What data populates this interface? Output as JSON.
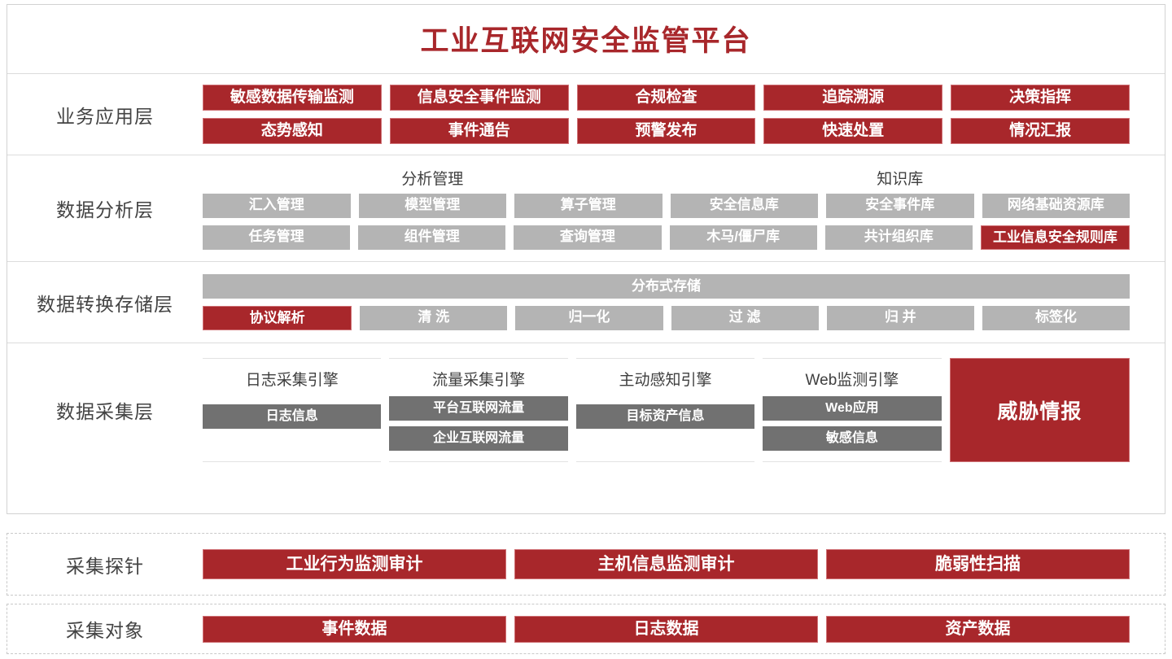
{
  "title": "工业互联网安全监管平台",
  "layers": [
    {
      "label": "业务应用层",
      "rows": [
        [
          "敏感数据传输监测",
          "信息安全事件监测",
          "合规检查",
          "追踪溯源",
          "决策指挥"
        ],
        [
          "态势感知",
          "事件通告",
          "预警发布",
          "快速处置",
          "情况汇报"
        ]
      ]
    },
    {
      "label": "数据分析层",
      "groups": [
        {
          "title": "分析管理"
        },
        {
          "title": "知识库"
        }
      ],
      "rows": [
        [
          "汇入管理",
          "模型管理",
          "算子管理",
          "安全信息库",
          "安全事件库",
          "网络基础资源库"
        ],
        [
          "任务管理",
          "组件管理",
          "查询管理",
          "木马/僵尸库",
          "共计组织库",
          "工业信息安全规则库"
        ]
      ],
      "highlight": "工业信息安全规则库"
    },
    {
      "label": "数据转换存储层",
      "storage_bar": "分布式存储",
      "rows": [
        [
          "协议解析",
          "清 洗",
          "归一化",
          "过 滤",
          "归 并",
          "标签化"
        ]
      ],
      "highlight": "协议解析"
    },
    {
      "label": "数据采集层",
      "engines": [
        {
          "title": "日志采集引擎",
          "items": [
            "日志信息"
          ],
          "align": "middle"
        },
        {
          "title": "流量采集引擎",
          "items": [
            "平台互联网流量",
            "企业互联网流量"
          ],
          "align": "top"
        },
        {
          "title": "主动感知引擎",
          "items": [
            "目标资产信息"
          ],
          "align": "middle"
        },
        {
          "title": "Web监测引擎",
          "items": [
            "Web应用",
            "敏感信息"
          ],
          "align": "top"
        }
      ],
      "intel": "威胁情报"
    }
  ],
  "probe_section": {
    "label": "采集探针",
    "items": [
      "工业行为监测审计",
      "主机信息监测审计",
      "脆弱性扫描"
    ]
  },
  "object_section": {
    "label": "采集对象",
    "items": [
      "事件数据",
      "日志数据",
      "资产数据"
    ]
  },
  "colors": {
    "brand_red": "#a8272b",
    "red_border": "#cf7175",
    "gray_box": "#b4b4b4",
    "dark_gray_box": "#717171",
    "divider": "#dcdcdc",
    "panel_border": "#d2d2d2",
    "dashed_border": "#c9c9c9",
    "text": "#3b3b3b"
  }
}
